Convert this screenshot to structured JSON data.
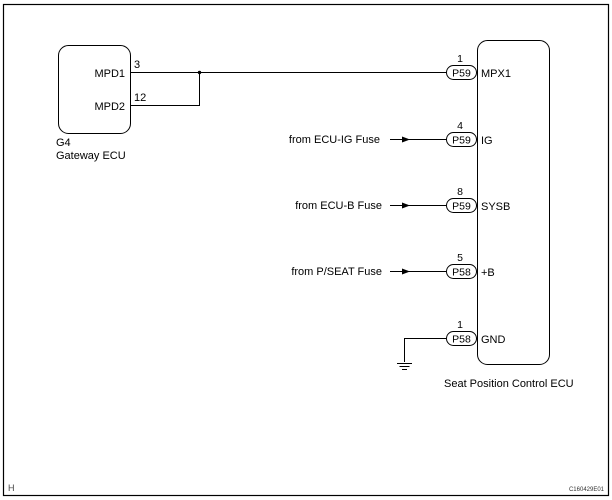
{
  "gateway_ecu": {
    "code": "G4",
    "name": "Gateway ECU",
    "pins": [
      {
        "number": "3",
        "label": "MPD1"
      },
      {
        "number": "12",
        "label": "MPD2"
      }
    ]
  },
  "seat_ecu": {
    "name": "Seat Position Control ECU",
    "terminals": [
      {
        "pin": "1",
        "connector": "P59",
        "label": "MPX1",
        "source": ""
      },
      {
        "pin": "4",
        "connector": "P59",
        "label": "IG",
        "source": "from ECU-IG Fuse"
      },
      {
        "pin": "8",
        "connector": "P59",
        "label": "SYSB",
        "source": "from ECU-B Fuse"
      },
      {
        "pin": "5",
        "connector": "P58",
        "label": "+B",
        "source": "from P/SEAT Fuse"
      },
      {
        "pin": "1",
        "connector": "P58",
        "label": "GND",
        "source": ""
      }
    ]
  },
  "footer": {
    "left_mark": "H",
    "figure_code": "C160429E01"
  }
}
